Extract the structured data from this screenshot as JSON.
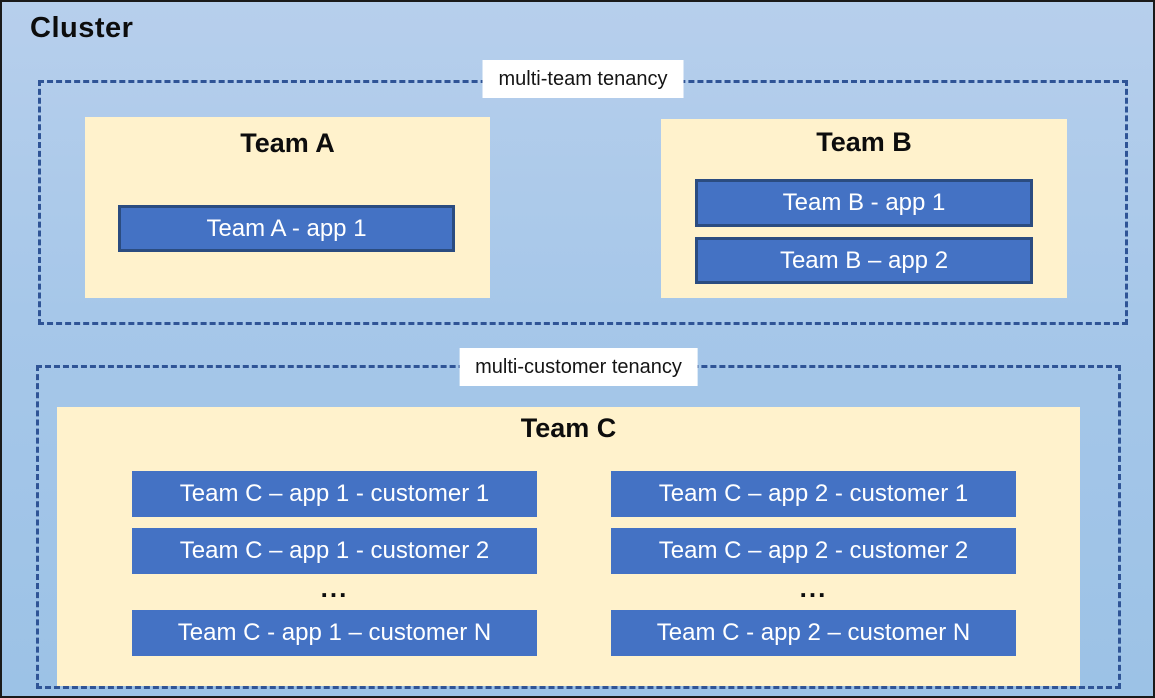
{
  "cluster_title": "Cluster",
  "sections": {
    "multi_team": {
      "label": "multi-team tenancy",
      "team_a": {
        "title": "Team A",
        "app1": "Team A - app 1"
      },
      "team_b": {
        "title": "Team B",
        "app1": "Team B - app 1",
        "app2": "Team B – app 2"
      }
    },
    "multi_customer": {
      "label": "multi-customer tenancy",
      "team_c": {
        "title": "Team C",
        "col1": {
          "row1": "Team C – app 1 - customer 1",
          "row2": "Team C – app 1 - customer 2",
          "ellipsis": "...",
          "rowN": "Team C - app 1 – customer N"
        },
        "col2": {
          "row1": "Team C – app 2 - customer 1",
          "row2": "Team C – app 2 - customer 2",
          "ellipsis": "...",
          "rowN": "Team C - app 2 – customer N"
        }
      }
    }
  },
  "colors": {
    "canvas_background_top": "#b7cfec",
    "canvas_background_bottom": "#9cc2e6",
    "outer_border": "#1a1a1a",
    "dashed_border": "#2f5496",
    "team_box_fill": "#fff2cc",
    "app_box_fill": "#4472c4",
    "app_box_border": "#2b4c80",
    "app_text": "#ffffff",
    "title_text": "#0d0d0d",
    "label_background": "#ffffff"
  }
}
